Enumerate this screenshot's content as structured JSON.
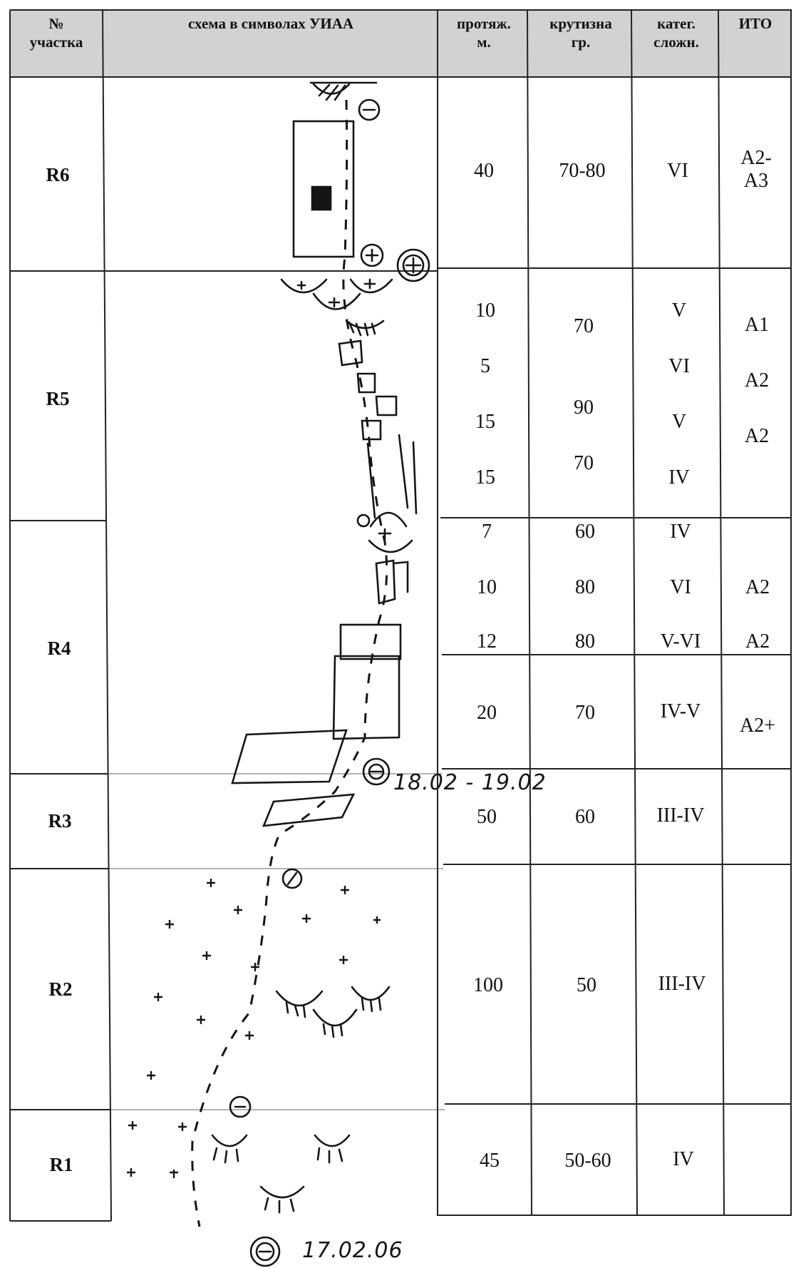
{
  "headers": {
    "col1_line1": "№",
    "col1_line2": "участка",
    "col2": "схема в символах УИАА",
    "col3_line1": "протяж.",
    "col3_line2": "м.",
    "col4_line1": "крутизна",
    "col4_line2": "гр.",
    "col5_line1": "катег.",
    "col5_line2": "сложн.",
    "col6": "ИТО"
  },
  "rows": {
    "r6": {
      "id": "R6",
      "length": "40",
      "steepness": "70-80",
      "category": "VI",
      "ito_1": "A2-",
      "ito_2": "A3"
    },
    "r5": {
      "id": "R5",
      "lengths": [
        "10",
        "5",
        "15",
        "15"
      ],
      "steepness": [
        "70",
        "90",
        "70"
      ],
      "categories": [
        "V",
        "VI",
        "V",
        "IV"
      ],
      "ito": [
        "A1",
        "A2",
        "A2"
      ]
    },
    "r4": {
      "id": "R4",
      "lengths": [
        "7",
        "10",
        "12",
        "20"
      ],
      "steepness": [
        "60",
        "80",
        "80",
        "70"
      ],
      "categories": [
        "IV",
        "VI",
        "V-VI",
        "IV-V"
      ],
      "ito": [
        "A2",
        "A2",
        "A2+"
      ]
    },
    "r3": {
      "id": "R3",
      "length": "50",
      "steepness": "60",
      "category": "III-IV"
    },
    "r2": {
      "id": "R2",
      "length": "100",
      "steepness": "50",
      "category": "III-IV"
    },
    "r1": {
      "id": "R1",
      "length": "45",
      "steepness": "50-60",
      "category": "IV"
    }
  },
  "annotations": {
    "bivouac_dates": "18.02 - 19.02",
    "start_date": "17.02.06"
  }
}
